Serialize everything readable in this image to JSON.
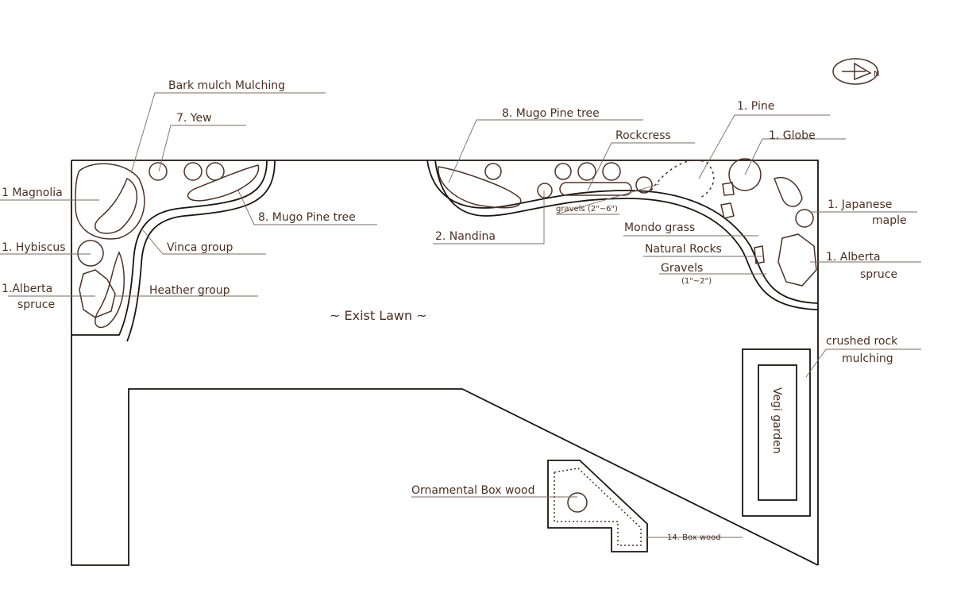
{
  "title": "Landscape plan",
  "compass": {
    "icon": "north-arrow-icon",
    "letter": "N"
  },
  "labels": {
    "bark_mulch": "Bark mulch  Mulching",
    "yew": "7.  Yew",
    "magnolia": "1 Magnolia",
    "mugo_left": "8. Mugo Pine tree",
    "vinca": "Vinca group",
    "hibiscus": "1. Hybiscus",
    "alberta_left_1": "1.Alberta",
    "alberta_left_2": "spruce",
    "heather": "Heather group",
    "lawn": "~ Exist Lawn ~",
    "mugo_right": "8. Mugo Pine tree",
    "rockcress": "Rockcress",
    "pine": "1.  Pine",
    "globe": "1.  Globe",
    "gravels_large": "gravels (2\"~6\")",
    "nandina": "2.  Nandina",
    "japanese_maple_1": "1. Japanese",
    "japanese_maple_2": "maple",
    "mondo": "Mondo grass",
    "natural_rocks": "Natural Rocks",
    "gravels_small_1": "Gravels",
    "gravels_small_2": "(1\"~2\")",
    "alberta_right_1": "1. Alberta",
    "alberta_right_2": "spruce",
    "crushed_rock_1": "crushed rock",
    "crushed_rock_2": "mulching",
    "vegi_garden": "Vegi garden",
    "ornamental_boxwood": "Ornamental Box wood",
    "boxwood": "14.  Box wood"
  }
}
